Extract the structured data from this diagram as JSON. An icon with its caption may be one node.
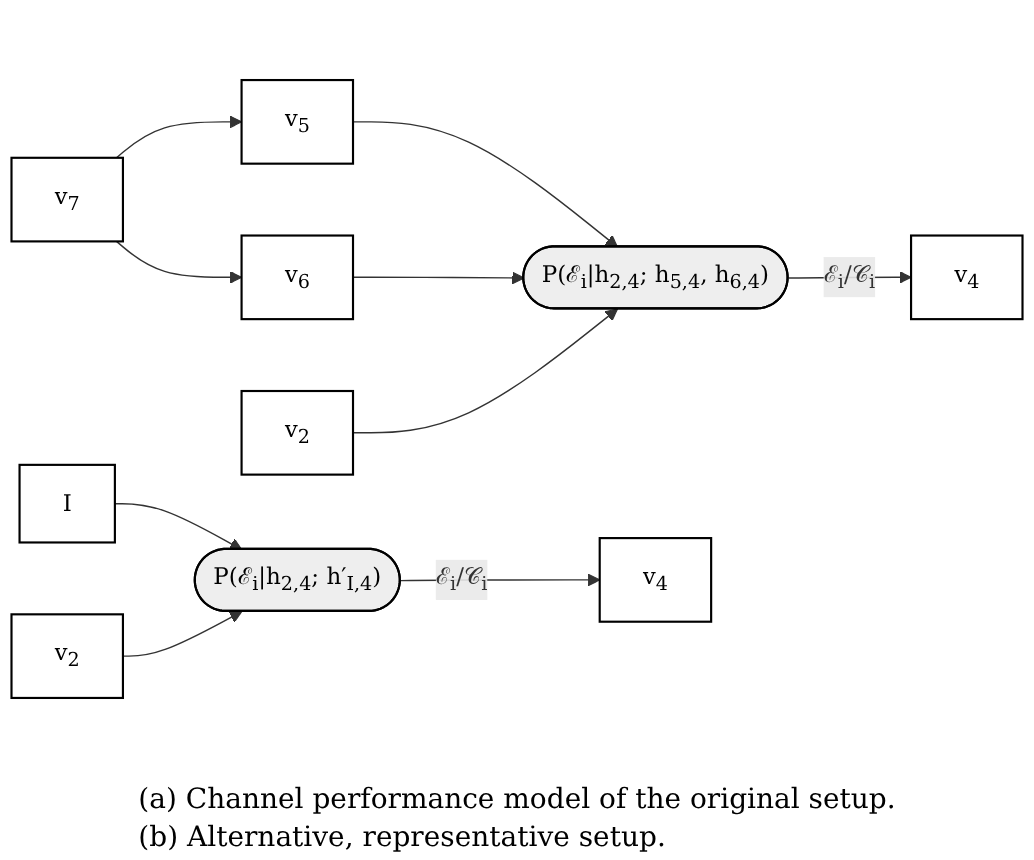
{
  "diagram": {
    "nodes": [
      {
        "text": [
          "v$_{5}$"
        ]
      },
      {
        "text": [
          "v$_{7}$"
        ]
      },
      {
        "text": [
          "v$_{6}$"
        ]
      },
      {
        "text": [
          "v$_{2}$"
        ]
      },
      {
        "text": [
          "P(ℰ$_{i}$|h$_{2,4}$; h$_{5,4}$, h$_{6,4}$)"
        ]
      },
      {
        "text": [
          "v$_{4}$"
        ]
      },
      {
        "text": [
          "I"
        ]
      },
      {
        "text": [
          "v$_{2}$"
        ]
      },
      {
        "text": [
          "P(ℰ$_{i}$|h$_{2,4}$; h′$_{I,4}$)"
        ]
      },
      {
        "text": [
          "v$_{4}$"
        ]
      }
    ],
    "edges": [
      {
        "from": 1,
        "to": 0,
        "arrow": "to"
      },
      {
        "from": 1,
        "to": 2,
        "arrow": "to"
      },
      {
        "from": 0,
        "to": 4,
        "arrow": "to"
      },
      {
        "from": 2,
        "to": 4,
        "arrow": "to"
      },
      {
        "from": 3,
        "to": 4,
        "arrow": "to"
      },
      {
        "from": 4,
        "to": 5,
        "arrow": "to",
        "label": "ℰ$_{i}$/𝒞$_{i}$"
      },
      {
        "from": 6,
        "to": 8,
        "arrow": "to"
      },
      {
        "from": 7,
        "to": 8,
        "arrow": "to"
      },
      {
        "from": 8,
        "to": 9,
        "arrow": "to",
        "label": "ℰ$_{i}$/𝒞$_{i}$"
      }
    ],
    "labels": [
      "(a) Channel performance model of the original setup.",
      "(b) Alternative, representative setup."
    ]
  }
}
